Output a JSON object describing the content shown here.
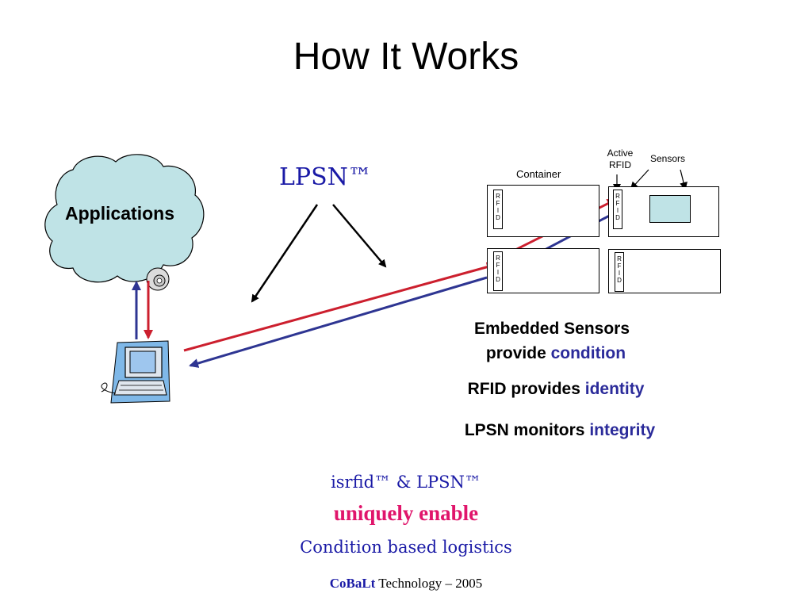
{
  "slide": {
    "title": "How It Works",
    "lpsn_label": "LPSN™",
    "applications_label": "Applications"
  },
  "containers": {
    "container_label": "Container",
    "active_rfid_label": "Active RFID",
    "sensors_label": "Sensors",
    "rfid_letters": [
      "R",
      "F",
      "I",
      "D"
    ]
  },
  "statements": {
    "line1": "Embedded Sensors",
    "line2_prefix": "provide ",
    "line2_highlight": "condition",
    "line3_prefix": "RFID provides ",
    "line3_highlight": "identity",
    "line4_prefix": "LPSN monitors ",
    "line4_highlight": "integrity"
  },
  "footer": {
    "line1": "isrfid™ & LPSN™",
    "line2": "uniquely enable",
    "line3": "Condition based logistics",
    "credit_brand": "CoBaLt",
    "credit_rest": " Technology – 2005"
  },
  "colors": {
    "red_arrow": "#cc1f2e",
    "blue_arrow": "#2e3592",
    "cloud_fill": "#bfe3e6",
    "text_blue": "#1a1aa6",
    "text_pink": "#e0156b"
  }
}
